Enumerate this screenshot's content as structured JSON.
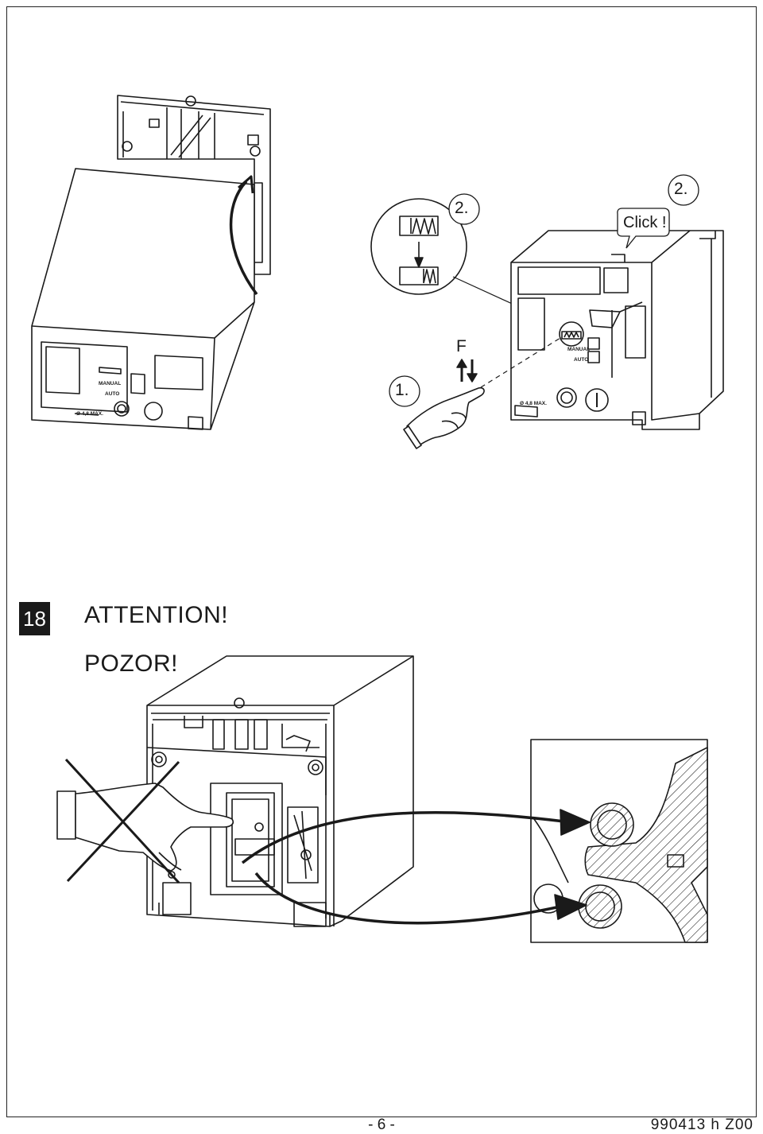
{
  "step_number": "18",
  "attention_heading": "ATTENTION!",
  "pozor_heading": "POZOR!",
  "upper_figure": {
    "step_1_label": "1.",
    "step_2_label_left": "2.",
    "step_2_label_right": "2.",
    "click_label": "Click !",
    "force_label": "F",
    "device_left": {
      "manual": "MANUAL",
      "auto": "AUTO",
      "lock": "Ø 4,8 MAX."
    },
    "device_right": {
      "manual": "MANUAL",
      "auto": "AUTO",
      "lock": "Ø 4,8 MAX."
    }
  },
  "footer": {
    "page": "- 6 -",
    "code": "990413 h  Z00"
  }
}
